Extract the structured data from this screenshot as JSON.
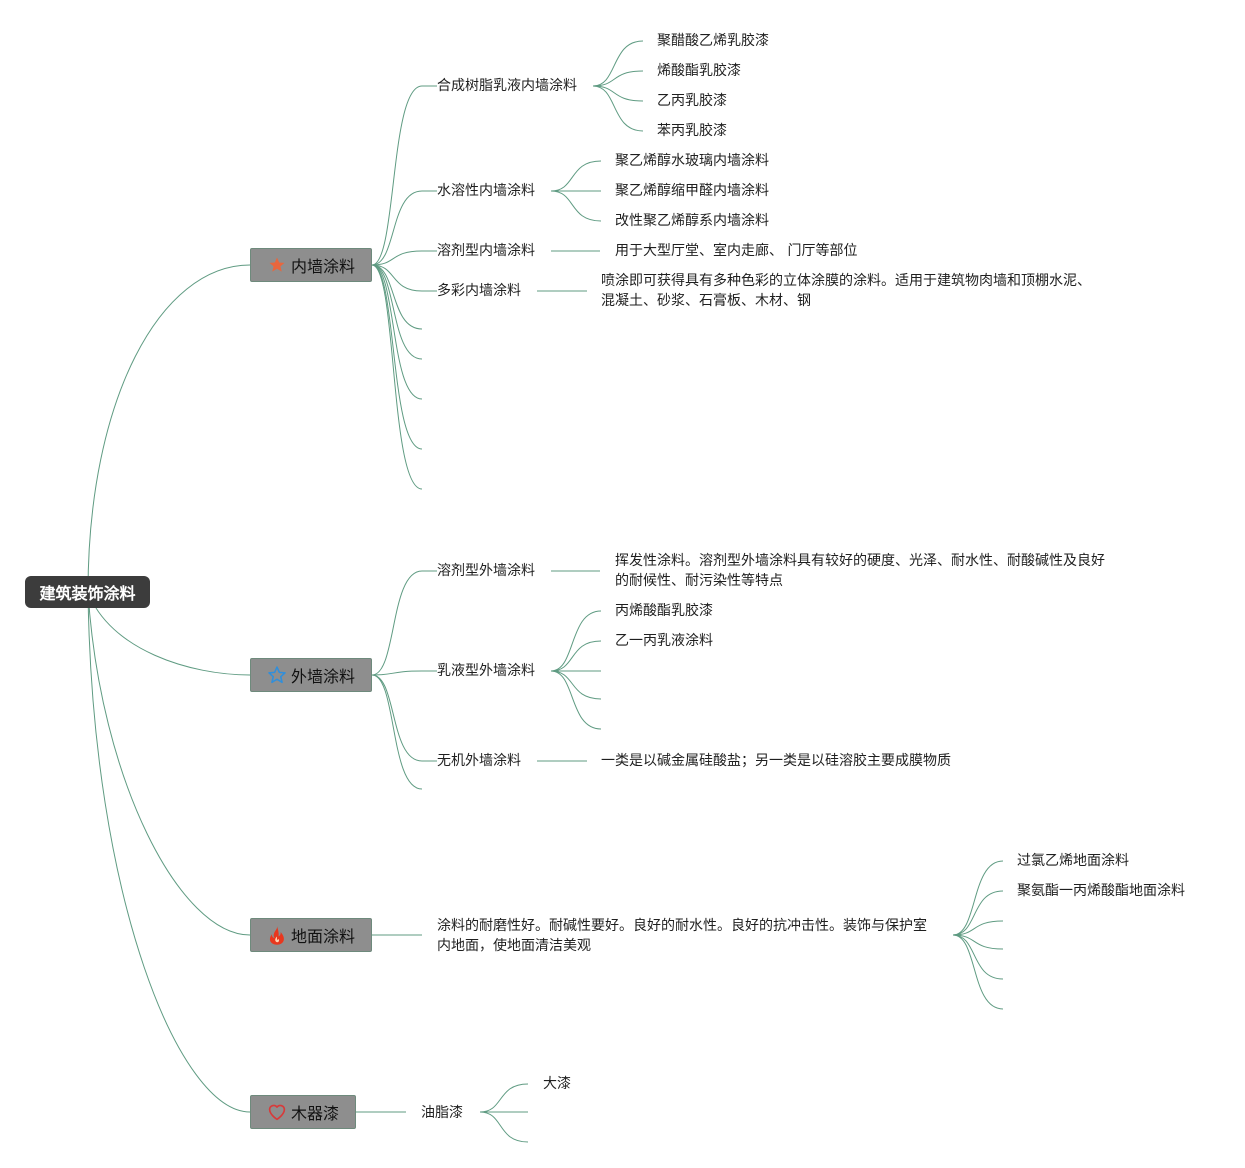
{
  "root": "建筑装饰涂料",
  "branches": {
    "inner": {
      "label": "内墙涂料",
      "icon": "star-filled-icon",
      "a": {
        "label": "合成树脂乳液内墙涂料",
        "items": [
          "聚醋酸乙烯乳胶漆",
          "烯酸酯乳胶漆",
          "乙丙乳胶漆",
          "苯丙乳胶漆"
        ]
      },
      "b": {
        "label": "水溶性内墙涂料",
        "items": [
          "聚乙烯醇水玻璃内墙涂料",
          "聚乙烯醇缩甲醛内墙涂料",
          "改性聚乙烯醇系内墙涂料"
        ]
      },
      "c": {
        "label": "溶剂型内墙涂料",
        "note": "用于大型厅堂、室内走廊、 门厅等部位"
      },
      "d": {
        "label": "多彩内墙涂料",
        "note": "喷涂即可获得具有多种色彩的立体涂膜的涂料。适用于建筑物肉墙和顶棚水泥、混凝土、砂浆、石膏板、木材、钢"
      }
    },
    "outer": {
      "label": "外墙涂料",
      "icon": "star-outline-icon",
      "a": {
        "label": "溶剂型外墙涂料",
        "note": "挥发性涂料。溶剂型外墙涂料具有较好的硬度、光泽、耐水性、耐酸碱性及良好的耐候性、耐污染性等特点"
      },
      "b": {
        "label": "乳液型外墙涂料",
        "items": [
          "丙烯酸酯乳胶漆",
          "乙一丙乳液涂料"
        ]
      },
      "c": {
        "label": "无机外墙涂料",
        "note": "一类是以碱金属硅酸盐；另一类是以硅溶胶主要成膜物质"
      }
    },
    "floor": {
      "label": "地面涂料",
      "icon": "fire-icon",
      "note": "涂料的耐磨性好。耐碱性要好。良好的耐水性。良好的抗冲击性。装饰与保护室内地面，使地面清洁美观",
      "items": [
        "过氯乙烯地面涂料",
        "聚氨酯一丙烯酸酯地面涂料"
      ]
    },
    "wood": {
      "label": "木器漆",
      "icon": "heart-outline-icon",
      "a": {
        "label": "油脂漆",
        "items": [
          "大漆"
        ]
      }
    }
  },
  "colors": {
    "line": "#5f9b82",
    "root_bg": "#3c3c3c",
    "branch_bg": "#8e8e8e",
    "star_filled": "#e8663d",
    "star_outline": "#2f8fdc",
    "fire": "#e8371e",
    "heart": "#d83a3a"
  }
}
